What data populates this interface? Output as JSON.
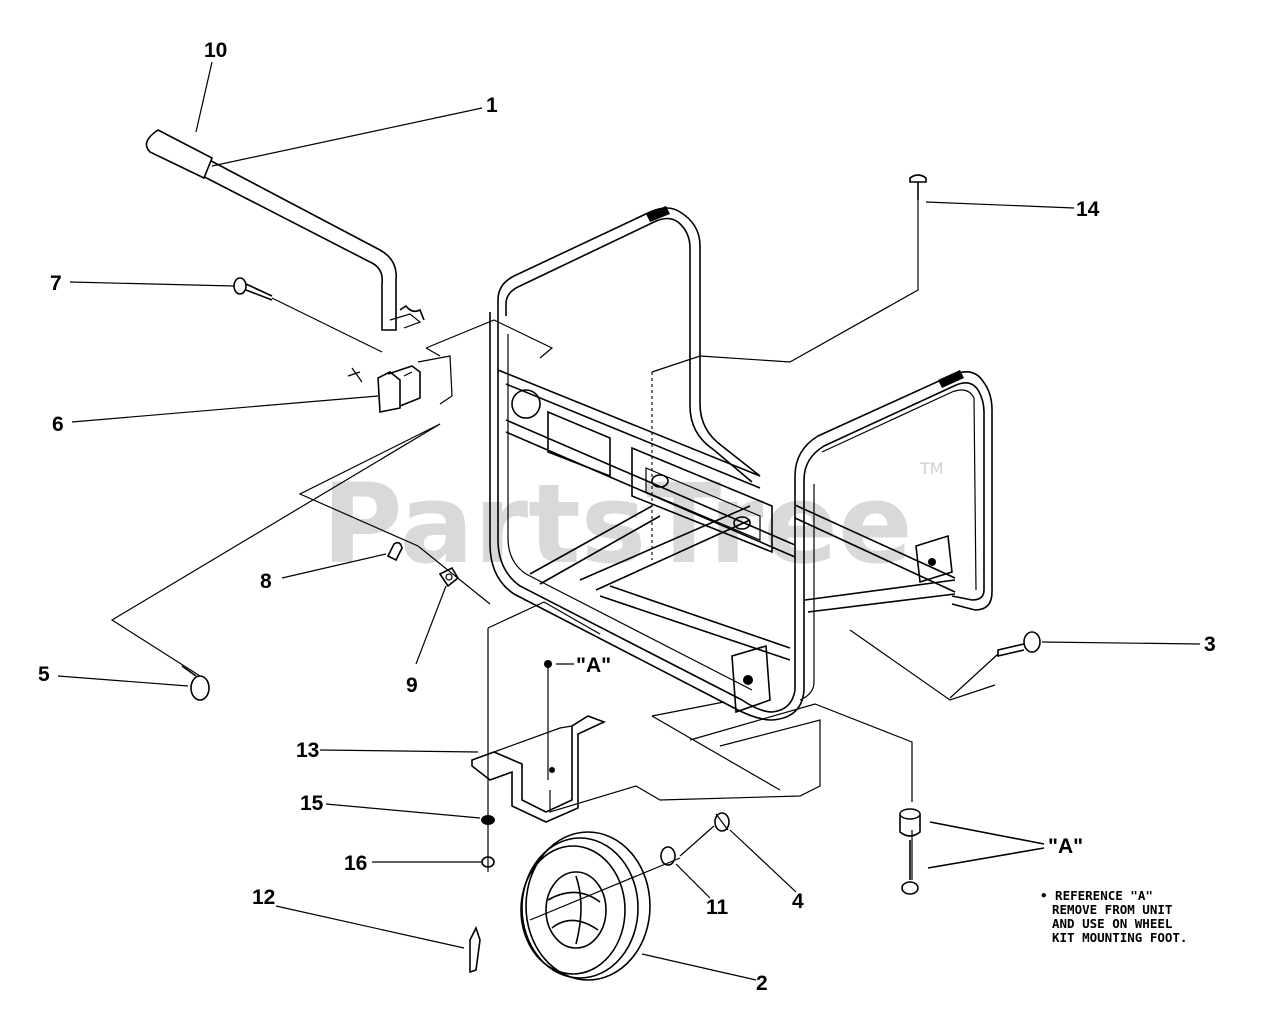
{
  "watermark": {
    "text": "PartsTree",
    "trademark": "TM"
  },
  "callouts": {
    "c1": "1",
    "c2": "2",
    "c3": "3",
    "c4": "4",
    "c5": "5",
    "c6": "6",
    "c7": "7",
    "c8": "8",
    "c9": "9",
    "c10": "10",
    "c11": "11",
    "c12": "12",
    "c13": "13",
    "c14": "14",
    "c15": "15",
    "c16": "16",
    "refA1": "\"A\"",
    "refA2": "\"A\""
  },
  "note": {
    "line1": "• REFERENCE \"A\"",
    "line2": "REMOVE FROM UNIT",
    "line3": "AND USE ON WHEEL",
    "line4": "KIT MOUNTING FOOT."
  }
}
